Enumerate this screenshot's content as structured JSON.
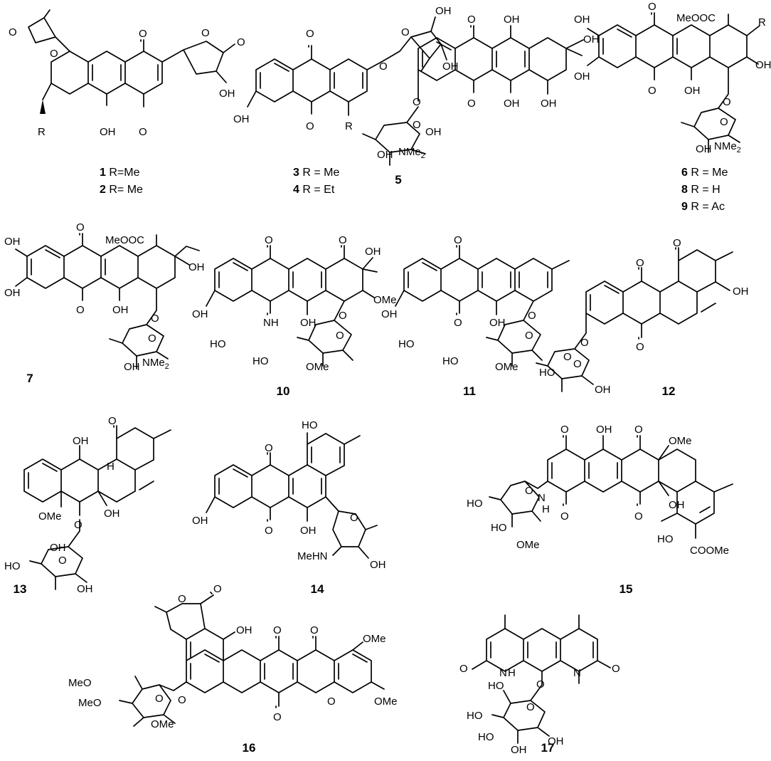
{
  "compounds": [
    {
      "id": "c1",
      "number": "1",
      "label": "R=Me",
      "atoms": [
        "O",
        "O",
        "O",
        "O",
        "O",
        "O",
        "R",
        "OH",
        "OH"
      ]
    },
    {
      "id": "c2",
      "number": "2",
      "label": "R= Me",
      "atoms": []
    },
    {
      "id": "c3",
      "number": "3",
      "label": "R = Me",
      "atoms": [
        "O",
        "O",
        "O",
        "O",
        "OH",
        "OH",
        "OH",
        "R"
      ]
    },
    {
      "id": "c4",
      "number": "4",
      "label": "R = Et",
      "atoms": []
    },
    {
      "id": "c5",
      "number": "5",
      "label": "",
      "atoms": [
        "O",
        "OH",
        "OH",
        "OH",
        "OH",
        "O",
        "O",
        "O",
        "OH",
        "OH",
        "NMe2"
      ]
    },
    {
      "id": "c6",
      "number": "6",
      "label": "R = Me",
      "atoms": [
        "OH",
        "O",
        "MeOOC",
        "R",
        "OH",
        "OH",
        "O",
        "OH",
        "O",
        "O",
        "OH",
        "NMe2"
      ]
    },
    {
      "id": "c8",
      "number": "8",
      "label": "R = H",
      "atoms": []
    },
    {
      "id": "c9",
      "number": "9",
      "label": "R = Ac",
      "atoms": []
    },
    {
      "id": "c7",
      "number": "7",
      "label": "",
      "atoms": [
        "OH",
        "O",
        "MeOOC",
        "OH",
        "OH",
        "O",
        "OH",
        "O",
        "O",
        "OH",
        "NMe2"
      ]
    },
    {
      "id": "c10",
      "number": "10",
      "label": "",
      "atoms": [
        "O",
        "O",
        "OH",
        "OMe",
        "OH",
        "NH",
        "OH",
        "O",
        "O",
        "HO",
        "HO",
        "OMe"
      ]
    },
    {
      "id": "c11",
      "number": "11",
      "label": "",
      "atoms": [
        "O",
        "OH",
        "O",
        "OH",
        "O",
        "O",
        "HO",
        "HO",
        "OMe"
      ]
    },
    {
      "id": "c12",
      "number": "12",
      "label": "",
      "atoms": [
        "O",
        "O",
        "OH",
        "O",
        "O",
        "O",
        "HO",
        "O",
        "OH"
      ]
    },
    {
      "id": "c13",
      "number": "13",
      "label": "",
      "atoms": [
        "OH",
        "O",
        "H",
        "OMe",
        "O",
        "OH",
        "HO",
        "O",
        "OH",
        "OH"
      ]
    },
    {
      "id": "c14",
      "number": "14",
      "label": "",
      "atoms": [
        "HO",
        "O",
        "O",
        "OH",
        "OH",
        "O",
        "MeHN",
        "OH"
      ]
    },
    {
      "id": "c15",
      "number": "15",
      "label": "",
      "atoms": [
        "O",
        "OH",
        "O",
        "OMe",
        "HO",
        "O",
        "H",
        "N",
        "HO",
        "OMe",
        "O",
        "OH",
        "O",
        "HO",
        "COOMe"
      ]
    },
    {
      "id": "c16",
      "number": "16",
      "label": "",
      "atoms": [
        "O",
        "O",
        "OH",
        "O",
        "O",
        "OMe",
        "MeO",
        "MeO",
        "O",
        "O",
        "OMe",
        "O",
        "O",
        "OMe"
      ]
    },
    {
      "id": "c17",
      "number": "17",
      "label": "",
      "atoms": [
        "O",
        "N",
        "H",
        "N",
        "O",
        "HO",
        "HO",
        "O",
        "O",
        "HO",
        "OH",
        "OH"
      ]
    }
  ]
}
